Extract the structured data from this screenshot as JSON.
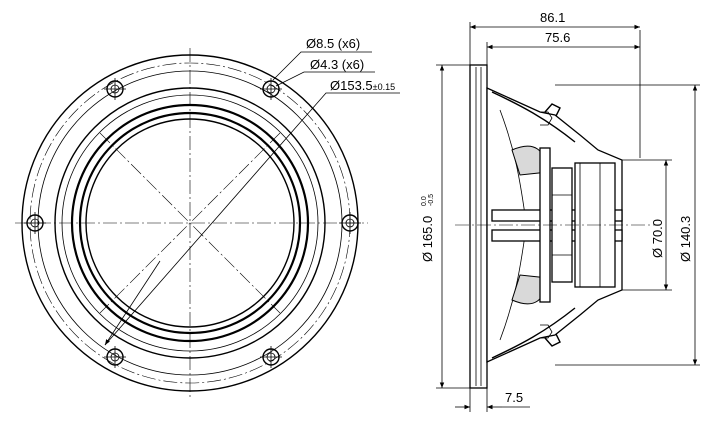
{
  "front_view": {
    "dim_hole_large": "Ø8.5 (x6)",
    "dim_hole_small": "Ø4.3 (x6)",
    "dim_pcd_main": "Ø153.5",
    "dim_pcd_tol": "±0.15"
  },
  "side_view": {
    "dim_total_depth": "86.1",
    "dim_basket_depth": "75.6",
    "dim_flange_thickness": "7.5",
    "dim_outer_diameter_main": "Ø 165.0",
    "dim_outer_diameter_tol_upper": "0.0",
    "dim_outer_diameter_tol_lower": "-0.5",
    "dim_magnet_diameter": "Ø 70.0",
    "dim_basket_diameter": "Ø 140.3"
  }
}
